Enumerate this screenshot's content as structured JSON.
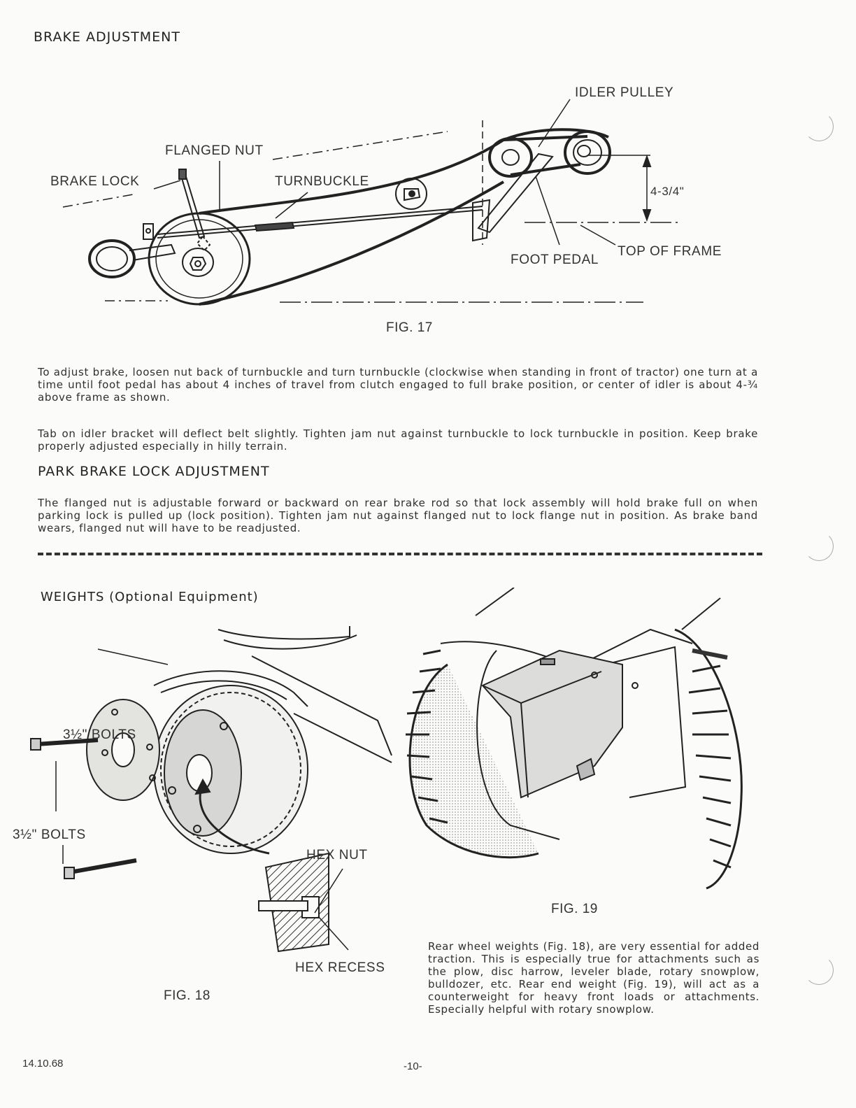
{
  "section1": {
    "title": "BRAKE ADJUSTMENT",
    "fig17": {
      "labels": {
        "idler_pulley": "IDLER PULLEY",
        "flanged_nut": "FLANGED NUT",
        "brake_lock": "BRAKE LOCK",
        "turnbuckle": "TURNBUCKLE",
        "dimension": "4-3/4\"",
        "foot_pedal": "FOOT PEDAL",
        "top_of_frame": "TOP OF FRAME"
      },
      "caption": "FIG. 17"
    },
    "paragraph1": "To adjust brake, loosen nut back of turnbuckle and turn turnbuckle (clockwise when standing in front of tractor) one turn at a time until foot pedal has about 4 inches of travel from clutch engaged to full brake position, or center of idler is about 4-¾ above frame as shown.",
    "paragraph2": "Tab on idler bracket will deflect belt slightly. Tighten jam nut against turnbuckle to lock turnbuckle in position. Keep brake properly adjusted especially in hilly terrain."
  },
  "section2": {
    "title": "PARK BRAKE LOCK ADJUSTMENT",
    "paragraph": "The flanged nut is adjustable forward or backward on rear brake rod so that lock assembly will hold brake full on when parking lock is pulled up (lock position). Tighten jam nut against flanged nut to lock flange nut in position. As brake band wears, flanged nut will have to be readjusted."
  },
  "section3": {
    "title": "WEIGHTS (Optional Equipment)",
    "fig18": {
      "labels": {
        "bolts_upper": "3½\" BOLTS",
        "bolts_lower": "3½\" BOLTS",
        "hex_nut": "HEX NUT",
        "hex_recess": "HEX RECESS"
      },
      "caption": "FIG. 18"
    },
    "fig19": {
      "caption": "FIG. 19"
    },
    "paragraph": "Rear wheel weights (Fig. 18), are very essential for added traction. This is especially true for attachments such as the plow, disc harrow, leveler blade, rotary snowplow, bulldozer, etc. Rear end weight (Fig. 19), will act as a counterweight for heavy front loads or attachments. Especially helpful with rotary snowplow."
  },
  "footer": {
    "date": "14.10.68",
    "page_number": "-10-"
  }
}
